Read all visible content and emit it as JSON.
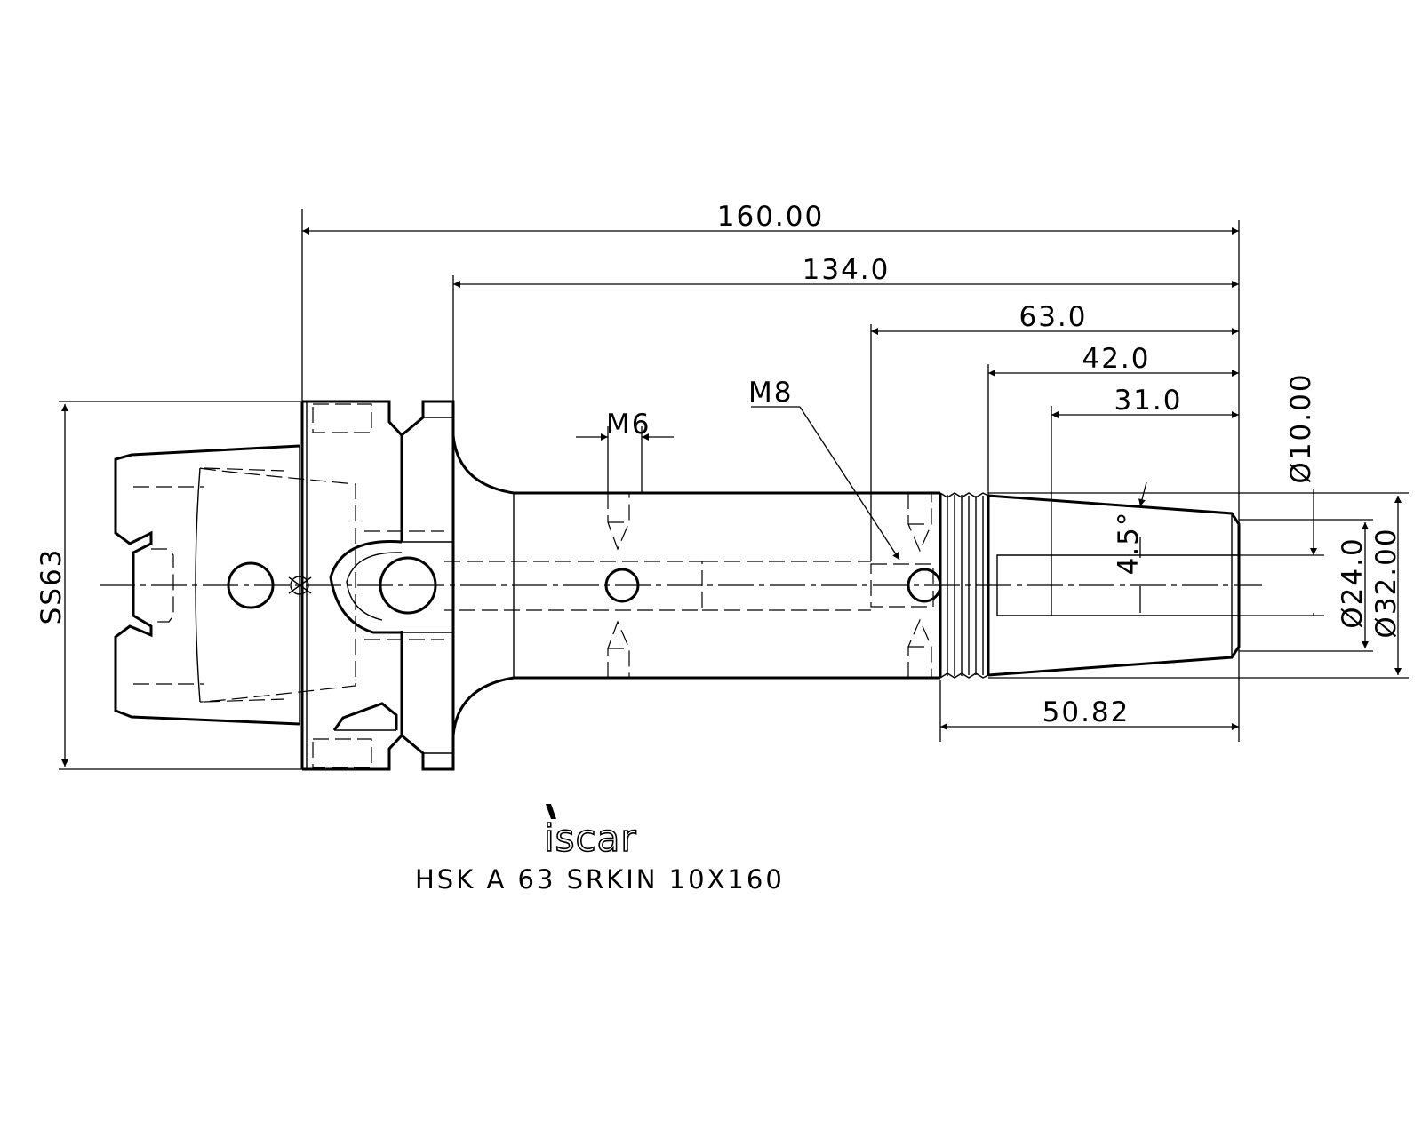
{
  "dimensions": {
    "overall_length": "160.00",
    "length_134": "134.0",
    "length_63": "63.0",
    "length_42": "42.0",
    "length_31": "31.0",
    "length_50": "50.82",
    "thread_m8": "M8",
    "thread_m6": "M6",
    "flange_size": "SS63",
    "dia_10": "Ø10.00",
    "dia_24": "Ø24.0",
    "dia_32": "Ø32.00",
    "taper_angle": "4.5°"
  },
  "brand": {
    "logo_text": "iscar"
  },
  "caption": {
    "designation": "HSK A 63 SRKIN 10X160"
  }
}
